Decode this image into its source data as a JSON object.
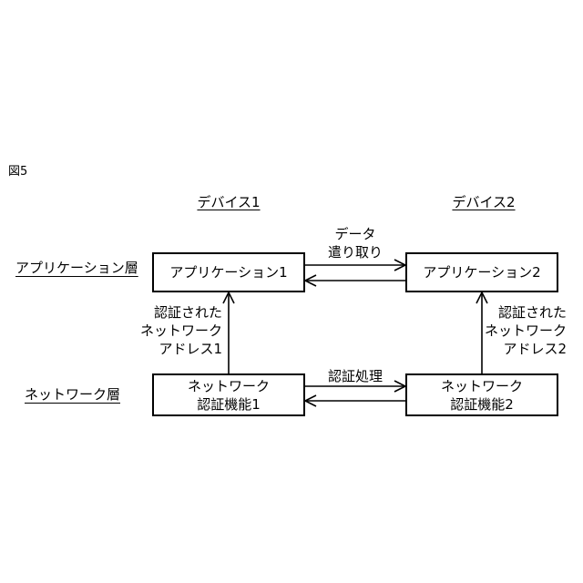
{
  "figure_label": "図5",
  "columns": {
    "device1": "デバイス1",
    "device2": "デバイス2"
  },
  "layers": {
    "application": "アプリケーション層",
    "network": "ネットワーク層"
  },
  "boxes": {
    "app1": "アプリケーション1",
    "app2": "アプリケーション2",
    "net1": [
      "ネットワーク",
      "認証機能1"
    ],
    "net2": [
      "ネットワーク",
      "認証機能2"
    ]
  },
  "arrows": {
    "data_exchange": [
      "データ",
      "遣り取り"
    ],
    "auth_process": "認証処理",
    "auth_addr1": [
      "認証された",
      "ネットワーク",
      "アドレス1"
    ],
    "auth_addr2": [
      "認証された",
      "ネットワーク",
      "アドレス2"
    ]
  }
}
